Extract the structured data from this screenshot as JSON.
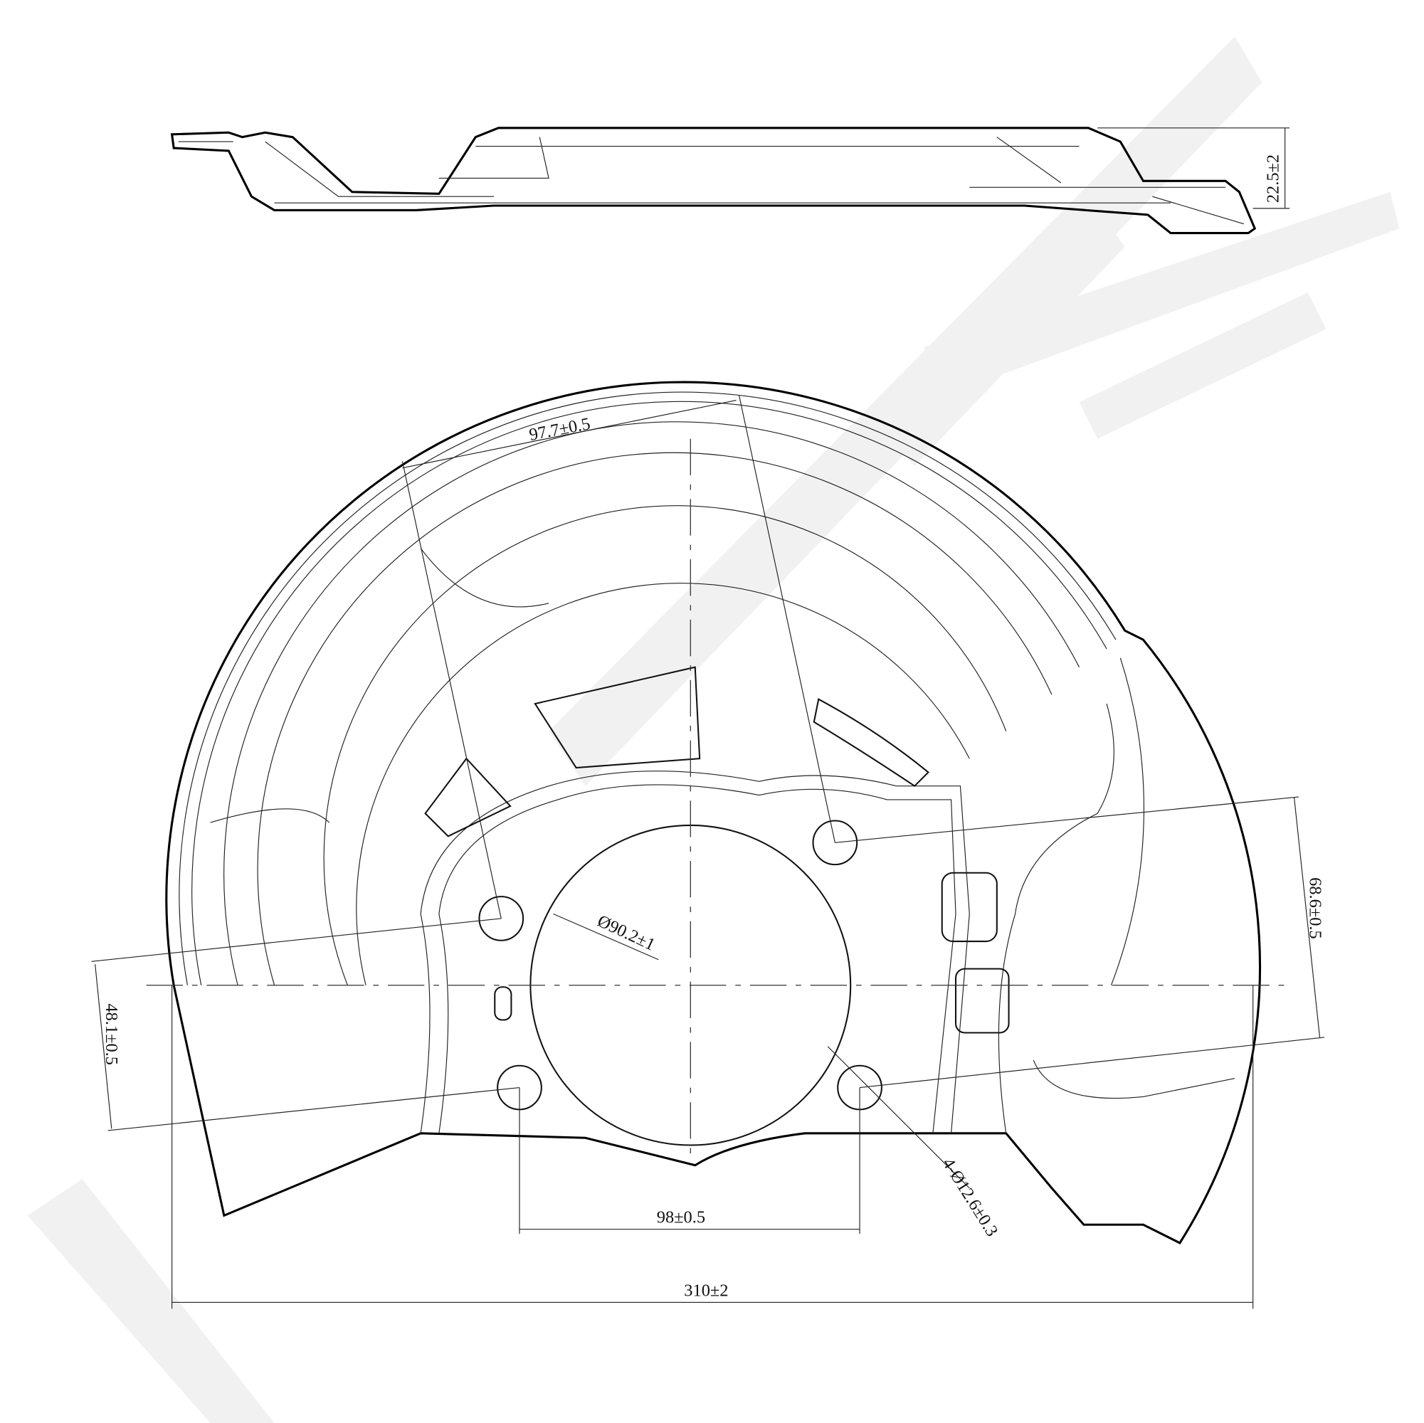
{
  "drawing": {
    "title": "Brake dust shield technical drawing",
    "dimensions": {
      "height": "22.5±2",
      "bolt_spacing_diag": "97.7±0.5",
      "center_bore": "Ø90.2±1",
      "offset_right": "68.6±0.5",
      "offset_left": "48.1±0.5",
      "bolt_spacing_bottom": "98±0.5",
      "bolt_holes": "4-Ø12.6±0.3",
      "overall_width": "310±2"
    },
    "colors": {
      "line": "#000000",
      "watermark": "#f1f1f1",
      "background": "#ffffff"
    }
  }
}
